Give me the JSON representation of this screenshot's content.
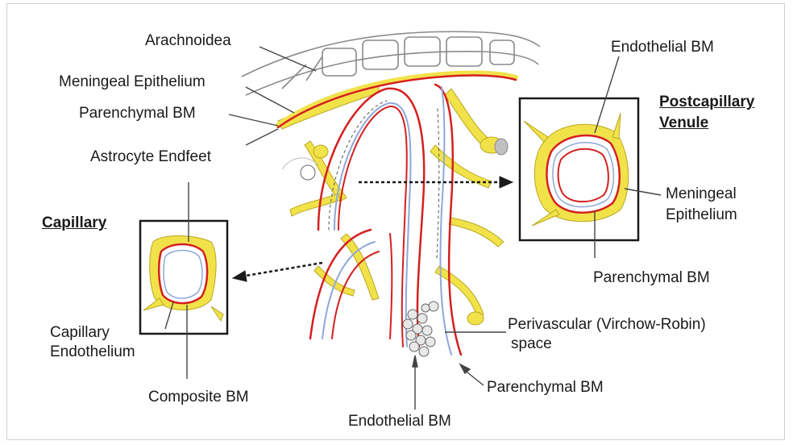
{
  "labels": {
    "arachnoidea": "Arachnoidea",
    "meningeal_epithelium": "Meningeal Epithelium",
    "parenchymal_bm_top": "Parenchymal BM",
    "astrocyte_endfeet": "Astrocyte Endfeet",
    "capillary_heading": "Capillary",
    "capillary_endothelium_1": "Capillary",
    "capillary_endothelium_2": "Endothelium",
    "composite_bm": "Composite BM",
    "endothelial_bm_bottom": "Endothelial BM",
    "parenchymal_bm_bottom": "Parenchymal BM",
    "perivascular_1": "Perivascular (Virchow-Robin)",
    "perivascular_2": "space",
    "endothelial_bm_top": "Endothelial BM",
    "postcapillary_1": "Postcapillary",
    "postcapillary_2": "Venule",
    "meningeal_epi_right_1": "Meningeal",
    "meningeal_epi_right_2": "Epithelium",
    "parenchymal_bm_right": "Parenchymal BM"
  },
  "colors": {
    "basement_membrane_red": "#d42020",
    "astrocyte_yellow": "#f2e24a",
    "astrocyte_outline": "#b8a820",
    "endothelium_blue": "#8fa8d8",
    "arachnoid_gray": "#8a8a8a"
  }
}
